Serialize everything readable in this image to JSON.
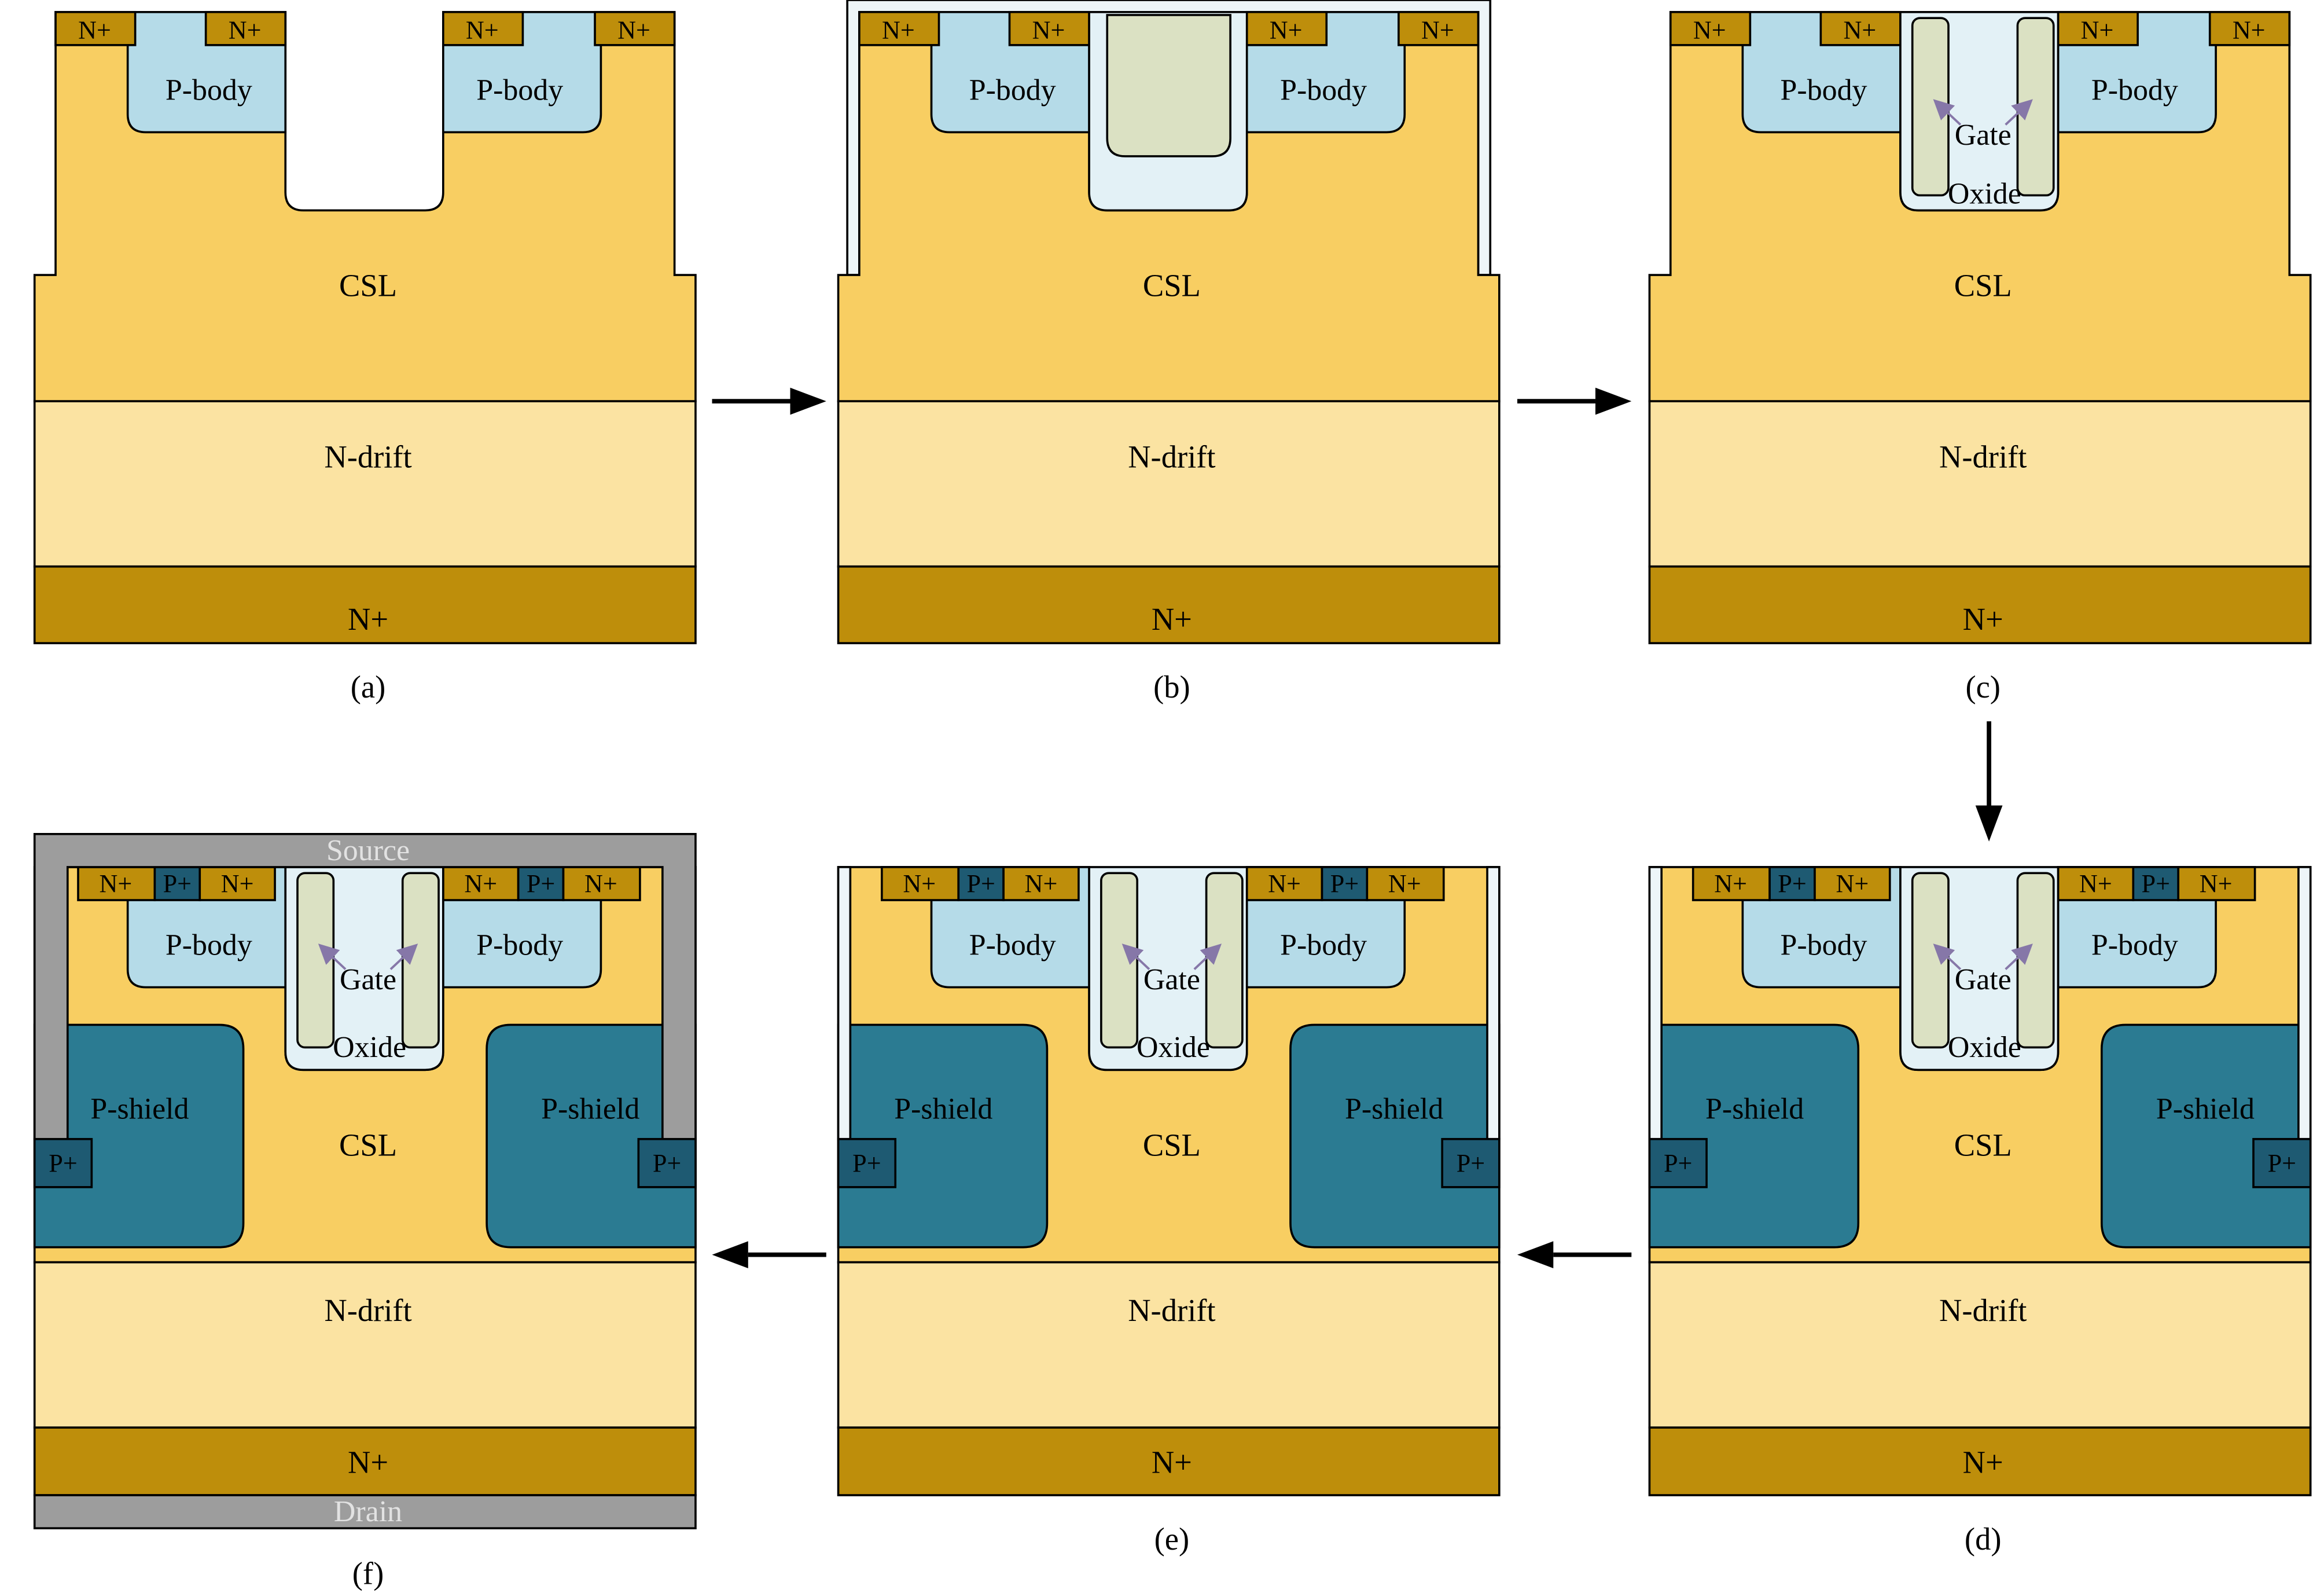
{
  "colors": {
    "csl": "#F8CE62",
    "n_drift": "#FBE3A2",
    "n_plus": "#BE8E0B",
    "p_body": "#B5DBE8",
    "oxide": "#E3F1F6",
    "liner": "#EDF5F8",
    "gate_poly": "#DBE1C3",
    "p_shield": "#2B7B92",
    "p_plus": "#1E5A72",
    "metal": "#9D9D9D",
    "pointer": "#8677A8",
    "outline": "#000000"
  },
  "labels": {
    "n_plus": "N+",
    "p_plus": "P+",
    "p_body": "P-body",
    "csl": "CSL",
    "n_drift": "N-drift",
    "gate": "Gate",
    "oxide": "Oxide",
    "p_shield": "P-shield",
    "source": "Source",
    "drain": "Drain"
  },
  "captions": {
    "a": "(a)",
    "b": "(b)",
    "c": "(c)",
    "d": "(d)",
    "e": "(e)",
    "f": "(f)"
  }
}
